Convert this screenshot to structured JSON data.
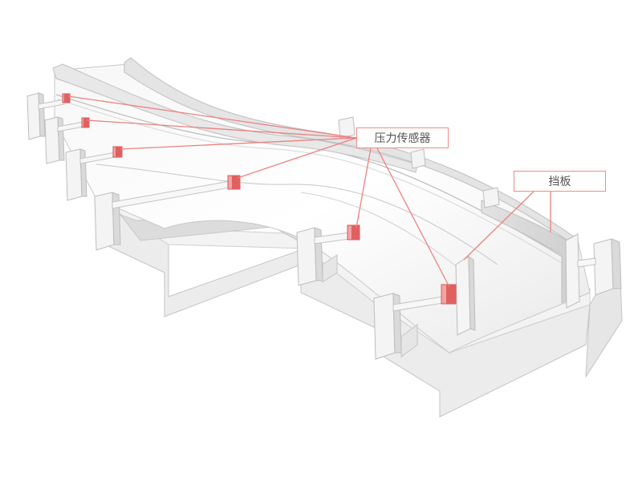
{
  "labels": {
    "pressure_sensor": "压力传感器",
    "baffle": "挡板"
  },
  "colors": {
    "accent": "#f08c8c",
    "sensor": "#e05a5a",
    "sensor_face": "#f4a3a3",
    "surface_light": "#f4f4f4",
    "surface_mid": "#e3e3e3",
    "surface_dark": "#d2d2d2",
    "edge": "#bdbdbd",
    "label_text": "#555555"
  },
  "icons": {
    "sensor": "pressure-sensor-block",
    "baffle": "baffle-plate"
  }
}
